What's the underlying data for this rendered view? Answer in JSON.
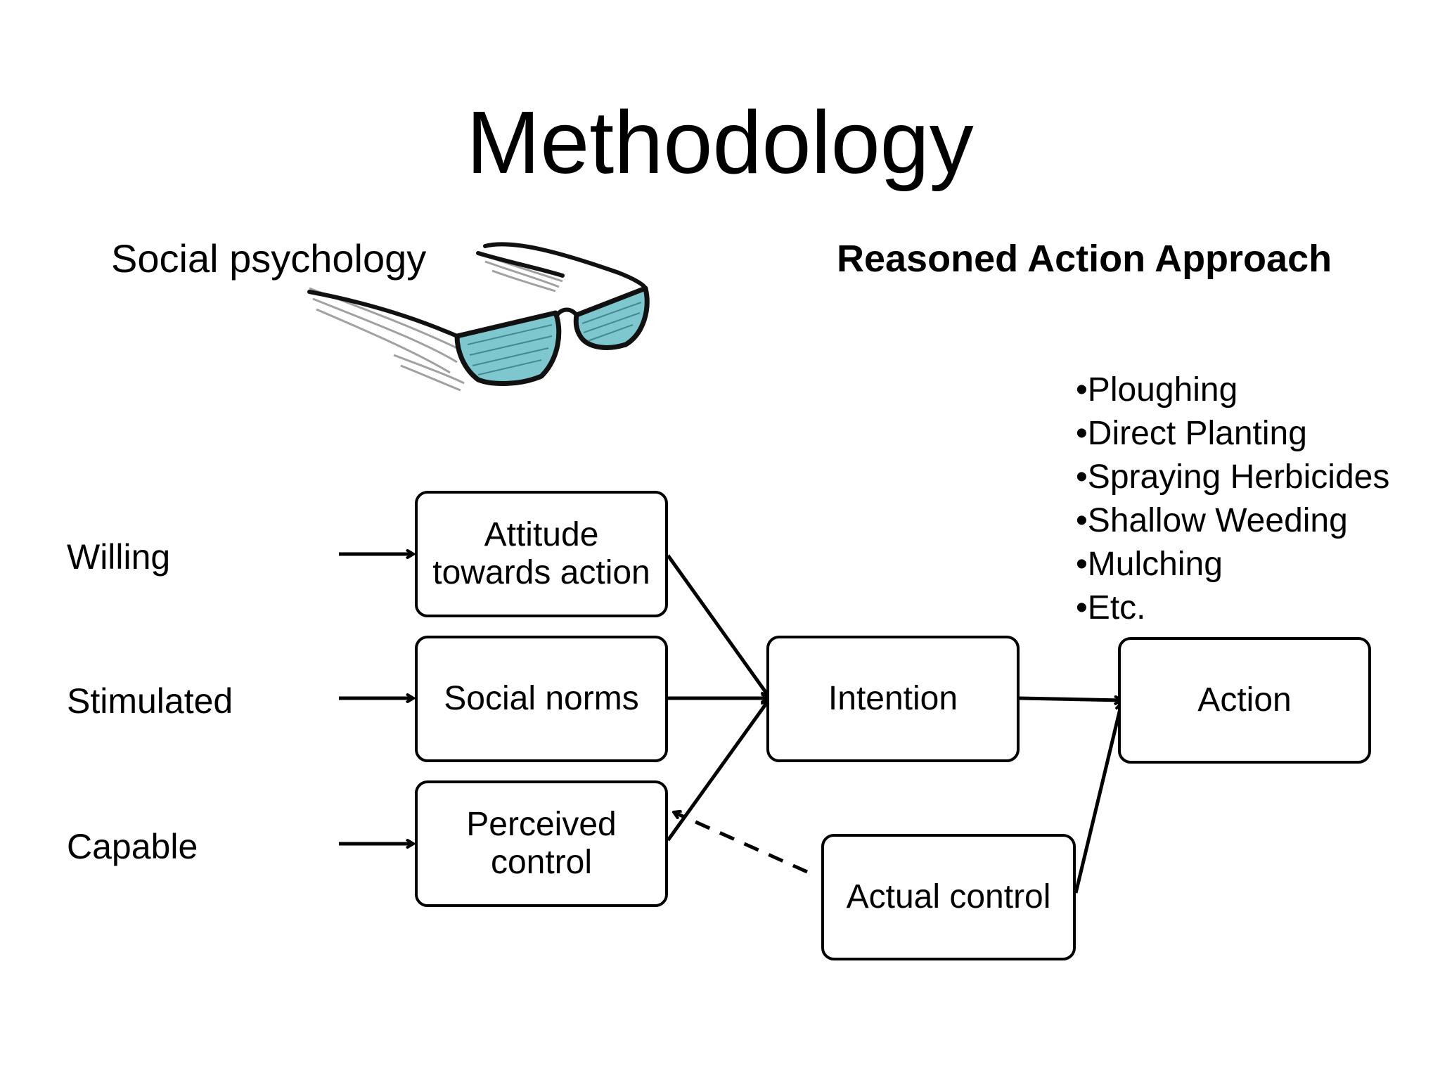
{
  "slide": {
    "title": "Methodology",
    "subtitle_left": "Social psychology",
    "subtitle_right": "Reasoned Action Approach",
    "glasses_icon": "eyeglasses-icon"
  },
  "diagram": {
    "inputs": [
      "Willing",
      "Stimulated",
      "Capable"
    ],
    "boxes": {
      "attitude": [
        "Attitude",
        "towards action"
      ],
      "norms": "Social norms",
      "perceived": [
        "Perceived",
        "control"
      ],
      "intention": "Intention",
      "action": "Action",
      "actual": "Actual control"
    },
    "actions_list": [
      "•Ploughing",
      "•Direct Planting",
      "•Spraying Herbicides",
      "•Shallow Weeding",
      "•Mulching",
      "•Etc."
    ],
    "edges": [
      {
        "from": "Willing",
        "to": "Attitude towards action"
      },
      {
        "from": "Stimulated",
        "to": "Social norms"
      },
      {
        "from": "Capable",
        "to": "Perceived control"
      },
      {
        "from": "Attitude towards action",
        "to": "Intention"
      },
      {
        "from": "Social norms",
        "to": "Intention"
      },
      {
        "from": "Perceived control",
        "to": "Intention"
      },
      {
        "from": "Intention",
        "to": "Action"
      },
      {
        "from": "Actual control",
        "to": "Action"
      },
      {
        "from": "Actual control",
        "to": "Perceived control",
        "style": "dashed"
      }
    ]
  }
}
